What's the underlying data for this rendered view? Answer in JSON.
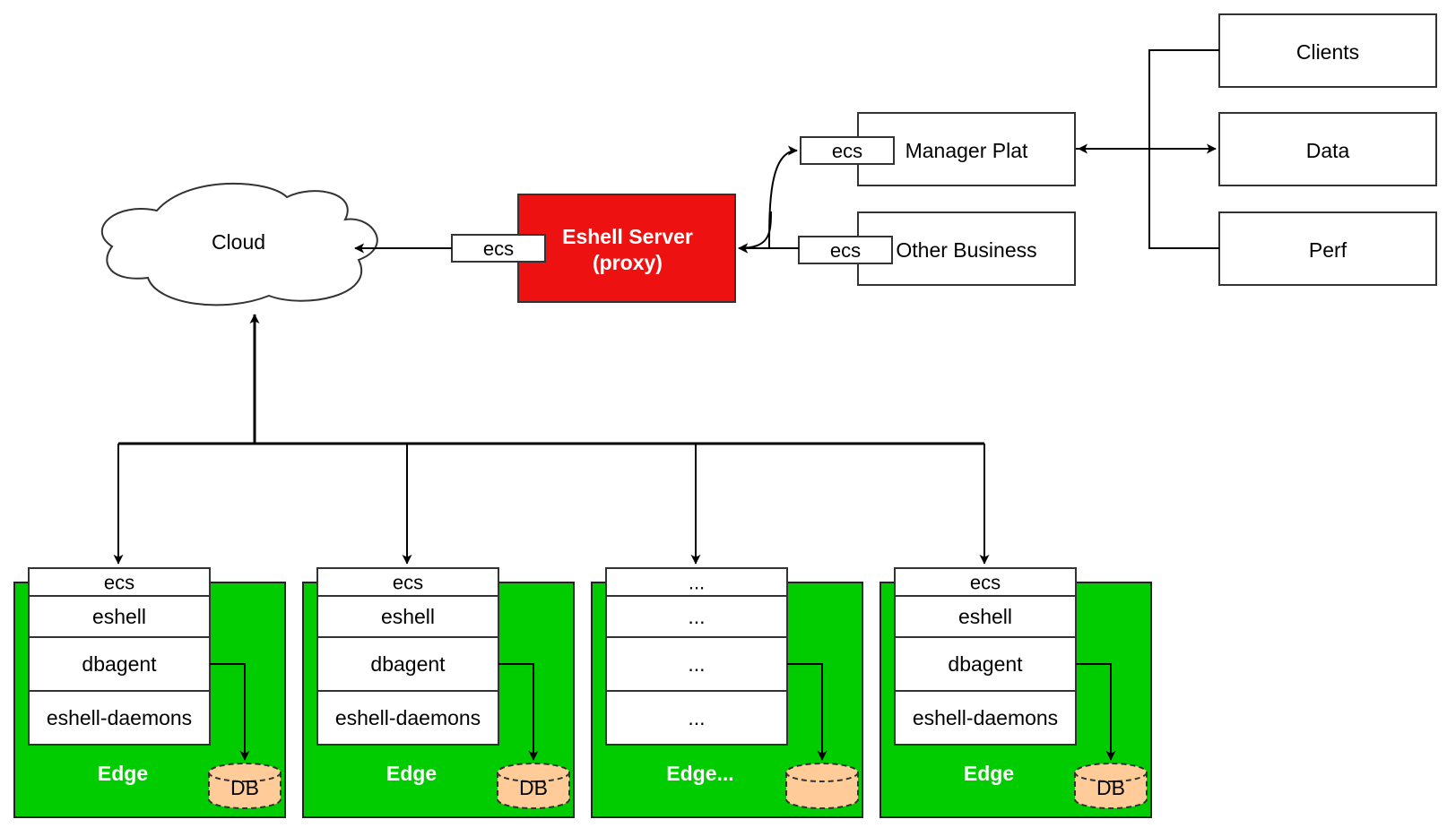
{
  "cloud": {
    "label": "Cloud"
  },
  "eshell_server": {
    "line1": "Eshell Server",
    "line2": "(proxy)",
    "port_label": "ecs",
    "fill": "#ee1111"
  },
  "manager_plat": {
    "label": "Manager Plat",
    "port_label": "ecs"
  },
  "other_business": {
    "label": "Other Business",
    "port_label": "ecs"
  },
  "right_boxes": [
    "Clients",
    "Data",
    "Perf"
  ],
  "edge_color": "#00cc00",
  "db_color": "#ffcc99",
  "edges": [
    {
      "title": "Edge",
      "db_label": "DB",
      "rows": [
        "ecs",
        "eshell",
        "dbagent",
        "eshell-daemons"
      ]
    },
    {
      "title": "Edge",
      "db_label": "DB",
      "rows": [
        "ecs",
        "eshell",
        "dbagent",
        "eshell-daemons"
      ]
    },
    {
      "title": "Edge...",
      "db_label": "",
      "rows": [
        "...",
        "...",
        "...",
        "..."
      ]
    },
    {
      "title": "Edge",
      "db_label": "DB",
      "rows": [
        "ecs",
        "eshell",
        "dbagent",
        "eshell-daemons"
      ]
    }
  ]
}
